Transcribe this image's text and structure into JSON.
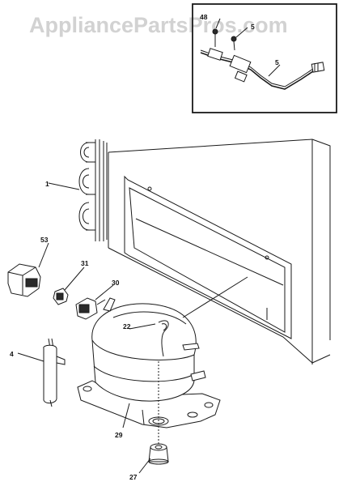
{
  "watermark": "AppliancePartsPros.com",
  "colors": {
    "line": "#1a1a1a",
    "watermark": "#d2d2d2",
    "background": "#ffffff"
  },
  "inset": {
    "labels": [
      "48",
      "5",
      "5"
    ]
  },
  "callouts": {
    "cond": "1",
    "relay": "53",
    "overload": "31",
    "cover": "30",
    "drier": "4",
    "wire": "22",
    "compressor": "29",
    "grommet": "27"
  }
}
